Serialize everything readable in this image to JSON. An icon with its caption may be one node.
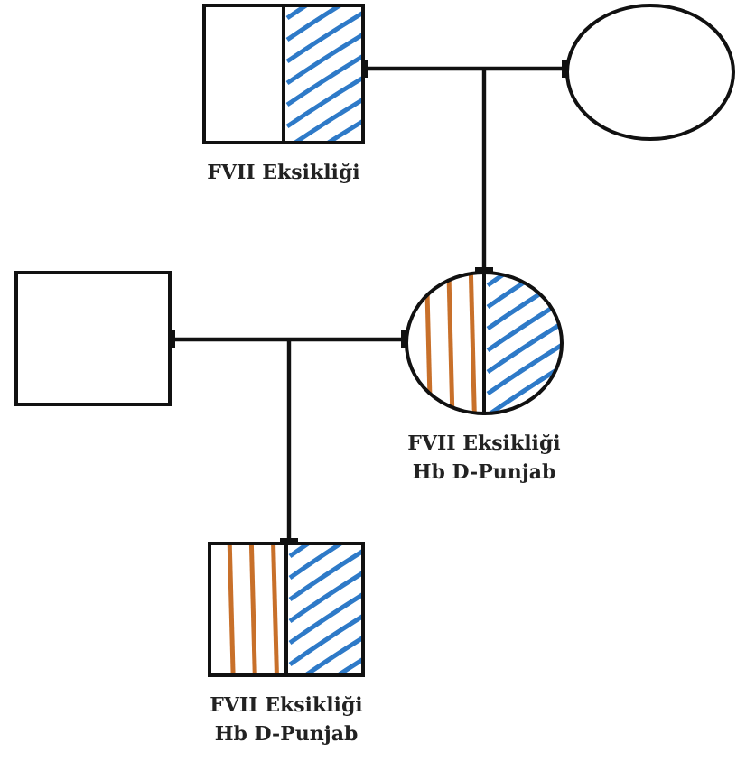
{
  "diagram": {
    "nodes": [
      {
        "text": [
          "FVII Eksikliği"
        ]
      },
      {
        "text": [],
        "shape": "circle"
      },
      {
        "text": [],
        "shape": "box"
      },
      {
        "text": [
          "FVII Eksikliği",
          "Hb D-Punjab"
        ]
      },
      {
        "text": [
          "FVII Eksikliği",
          "Hb D-Punjab"
        ]
      }
    ],
    "edges": [
      {
        "from": 0,
        "to": 1,
        "arrow": "other"
      },
      {
        "from": null,
        "to": 3,
        "arrow": "other"
      },
      {
        "from": 2,
        "to": 3,
        "arrow": "other"
      },
      {
        "from": null,
        "to": 4,
        "arrow": "other"
      }
    ]
  }
}
